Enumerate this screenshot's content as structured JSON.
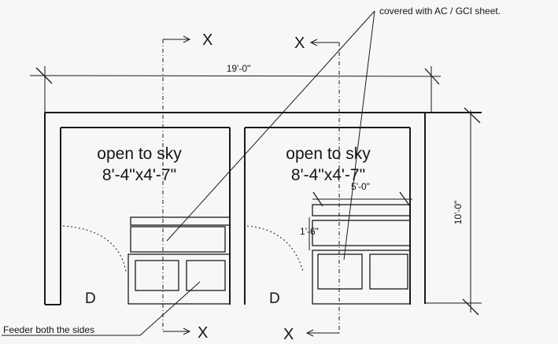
{
  "notes": {
    "top": "covered with AC / GCI sheet.",
    "bottom": "Feeder both the sides"
  },
  "dimensions": {
    "overall_width": "19'-0\"",
    "overall_depth": "10'-0\"",
    "right_inner": "5'-0\"",
    "right_small": "1'-6\""
  },
  "rooms": {
    "left": {
      "label": "open to sky",
      "size": "8'-4\"x4'-7\""
    },
    "right": {
      "label": "open to sky",
      "size": "8'-4\"x4'-7\""
    }
  },
  "doors": {
    "left": "D",
    "right": "D"
  },
  "section_markers": {
    "top_left": "X",
    "top_right": "X",
    "bottom_left": "X",
    "bottom_right": "X"
  }
}
